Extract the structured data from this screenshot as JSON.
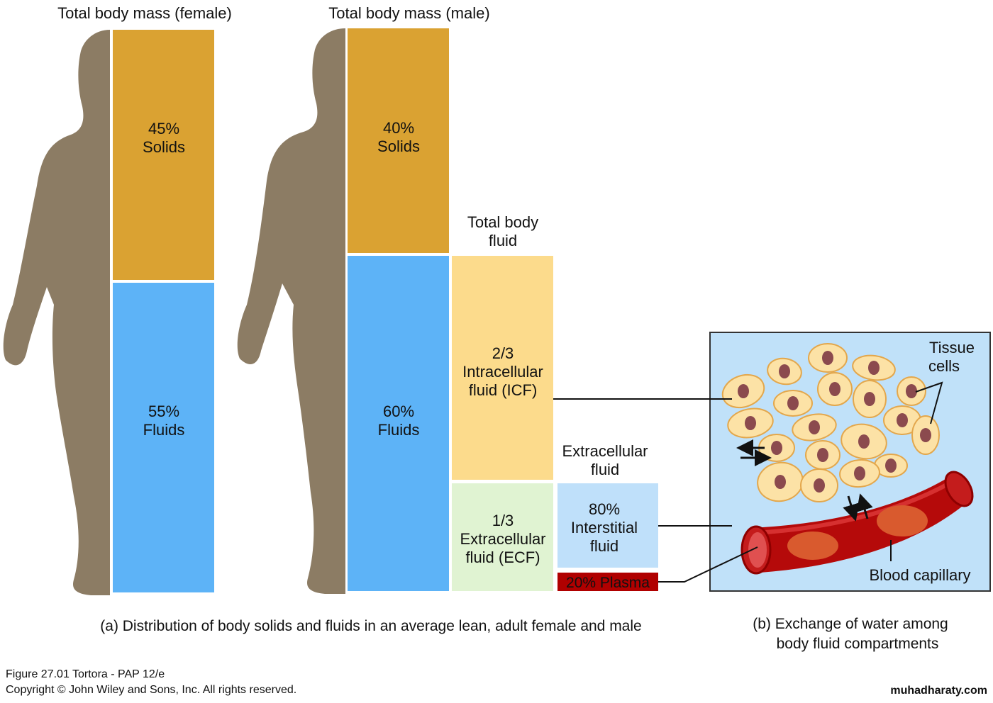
{
  "female": {
    "title": "Total body mass (female)",
    "solids": {
      "percent": "45%",
      "label": "Solids"
    },
    "fluids": {
      "percent": "55%",
      "label": "Fluids"
    }
  },
  "male": {
    "title": "Total body mass (male)",
    "solids": {
      "percent": "40%",
      "label": "Solids"
    },
    "fluids": {
      "percent": "60%",
      "label": "Fluids"
    }
  },
  "total_body_fluid": {
    "title_line1": "Total body",
    "title_line2": "fluid",
    "icf": {
      "fraction": "2/3",
      "line1": "Intracellular",
      "line2": "fluid (ICF)"
    },
    "ecf": {
      "fraction": "1/3",
      "line1": "Extracellular",
      "line2": "fluid (ECF)"
    }
  },
  "extracellular_fluid": {
    "title_line1": "Extracellular",
    "title_line2": "fluid",
    "interstitial": {
      "percent": "80%",
      "line1": "Interstitial",
      "line2": "fluid"
    },
    "plasma": "20% Plasma"
  },
  "panel_b": {
    "tissue_line1": "Tissue",
    "tissue_line2": "cells",
    "capillary": "Blood capillary"
  },
  "captions": {
    "a": "(a) Distribution of body solids and fluids in an average lean, adult female and male",
    "b_line1": "(b) Exchange of water among",
    "b_line2": "body fluid compartments"
  },
  "footer": {
    "figure": "Figure 27.01  Tortora - PAP 12/e",
    "copyright": "Copyright © John Wiley and Sons, Inc. All rights reserved.",
    "watermark": "muhadharaty.com"
  },
  "colors": {
    "solids": "#DAA232",
    "fluids": "#5DB3F7",
    "icf": "#FCDB8C",
    "ecf": "#E0F3D2",
    "interstitial": "#BFE0FA",
    "plasma": "#B00000",
    "silhouette": "#8C7C64",
    "panel_bg": "#C0E1F9"
  }
}
